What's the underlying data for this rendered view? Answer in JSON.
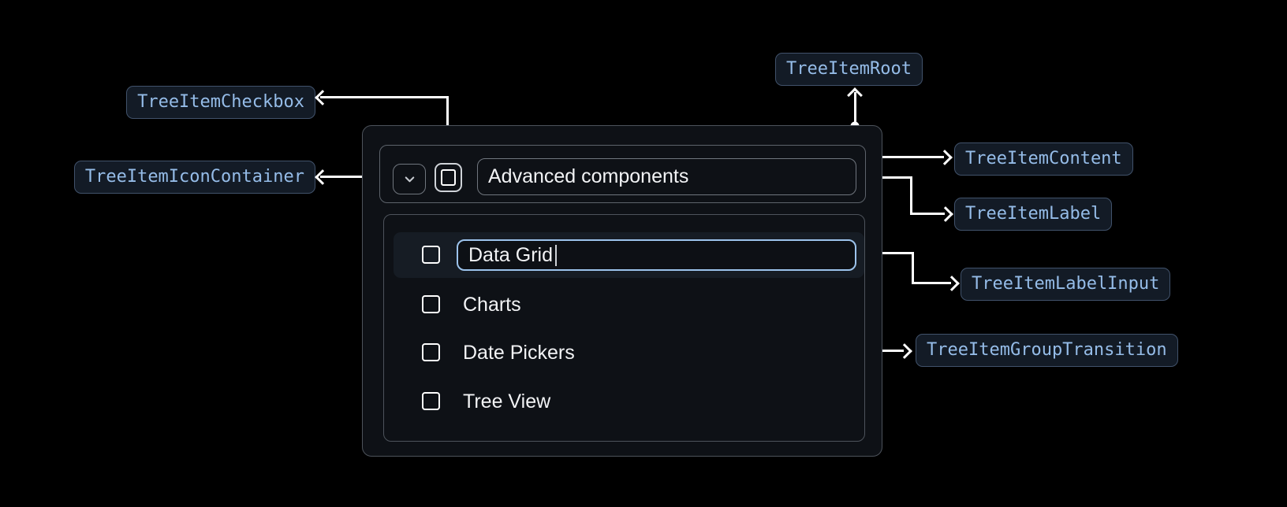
{
  "annotations": {
    "root": "TreeItemRoot",
    "content": "TreeItemContent",
    "label": "TreeItemLabel",
    "label_input": "TreeItemLabelInput",
    "group_transition": "TreeItemGroupTransition",
    "checkbox": "TreeItemCheckbox",
    "icon_container": "TreeItemIconContainer"
  },
  "tree": {
    "parent": {
      "label": "Advanced components",
      "expanded": true,
      "checked": false
    },
    "editing_item": {
      "value": "Data Grid",
      "checked": false
    },
    "items": [
      {
        "label": "Charts",
        "checked": false
      },
      {
        "label": "Date Pickers",
        "checked": false
      },
      {
        "label": "Tree View",
        "checked": false
      }
    ]
  },
  "colors": {
    "background": "#000000",
    "card_background": "#0e1116",
    "card_border": "#4d535b",
    "badge_background": "#131b26",
    "badge_border": "#41526b",
    "badge_text": "#95bce8",
    "row_highlight": "#161c24",
    "input_focus_border": "#9cc3ec",
    "text": "#f2f3f5",
    "connector": "#ffffff"
  }
}
